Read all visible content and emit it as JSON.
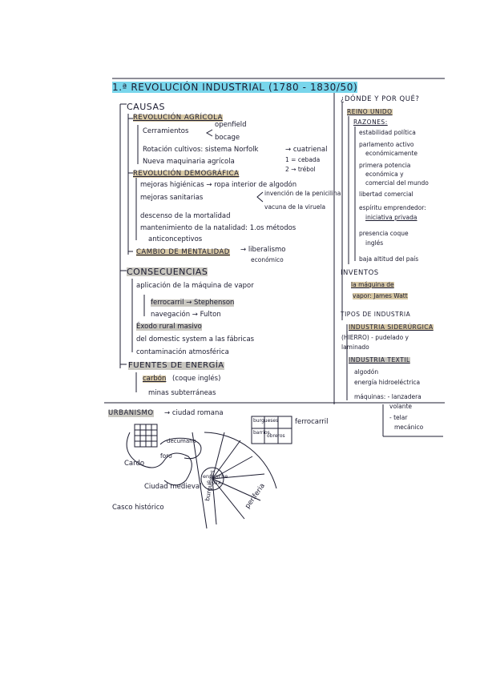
{
  "title": "1.ª REVOLUCIÓN INDUSTRIAL (1780 - 1830/50)",
  "title_number": "1",
  "left": {
    "causas": {
      "heading": "CAUSAS",
      "rev_agricola": {
        "heading": "REVOLUCIÓN AGRÍCOLA",
        "items": {
          "cerramientos": "Cerramientos",
          "openfield": "openfield",
          "bocage": "bocage",
          "rotacion": "Rotación cultivos: sistema Norfolk",
          "cuatrienal": "→ cuatrienal",
          "maquinaria": "Nueva maquinaria agrícola",
          "cebada": "1 = cebada",
          "trebol": "2 → trébol"
        }
      },
      "rev_demografica": {
        "heading": "REVOLUCIÓN DEMOGRÁFICA",
        "items": {
          "higienicas": "mejoras higiénicas → ropa interior de algodón",
          "sanitarias": "mejoras sanitarias",
          "penicilina": "invención de la penicilina",
          "vacuna": "vacuna de la viruela",
          "mortalidad": "descenso de la mortalidad",
          "natalidad": "mantenimiento de la natalidad: 1.os métodos",
          "anticonceptivos": "anticonceptivos"
        }
      },
      "mentalidad": {
        "heading": "CAMBIO DE MENTALIDAD",
        "liberalismo": "→ liberalismo",
        "economico": "económico"
      }
    },
    "consecuencias": {
      "heading": "CONSECUENCIAS",
      "items": {
        "maquina_vapor": "aplicación de la máquina de vapor",
        "ferrocarril": "ferrocarril → Stephenson",
        "navegacion": "navegación → Fulton",
        "exodo": "Éxodo rural masivo",
        "domestic": "del domestic system a las fábricas",
        "contaminacion": "contaminación atmosférica"
      }
    },
    "fuentes": {
      "heading": "FUENTES DE ENERGÍA",
      "carbon": "carbón",
      "carbon_note": "(coque inglés)",
      "minas": "minas subterráneas"
    }
  },
  "right": {
    "donde": {
      "heading": "¿DÓNDE Y POR QUÉ?",
      "reino_unido": "REINO UNIDO",
      "razones": "RAZONES:",
      "items": {
        "estabilidad": "estabilidad política",
        "parlamento": "parlamento activo",
        "parlamento2": "económicamente",
        "potencia": "primera potencia",
        "potencia2": "económica y",
        "potencia3": "comercial del mundo",
        "libertad": "libertad comercial",
        "espiritu": "espíritu emprendedor:",
        "iniciativa": "iniciativa privada",
        "presencia": "presencia coque",
        "ingles": "inglés",
        "baja": "baja altitud del país"
      }
    },
    "inventos": {
      "heading": "INVENTOS",
      "maquina": "la máquina de",
      "vapor": "vapor: James Watt"
    },
    "tipos": {
      "heading": "TIPOS DE INDUSTRIA",
      "siderurgica": "INDUSTRIA SIDERÚRGICA",
      "hierro": "(HIERRO) - pudelado y",
      "laminado": "laminado",
      "textil": "INDUSTRIA TEXTIL",
      "algodon": "algodón",
      "energia": "energía hidroeléctrica",
      "maquinas": "máquinas: - lanzadera",
      "volante": "volante",
      "telar": "- telar",
      "mecanico": "mecánico"
    }
  },
  "urbanismo": {
    "heading": "URBANISMO",
    "ciudad_romana": "→ ciudad romana",
    "ferrocarril": "ferrocarril",
    "ensanche": "ensanche",
    "ensanche_sub": "S. XIX",
    "burgueses": "burgueses",
    "obreros": "obreros",
    "barrios": "barrios",
    "ensanche2": "ensanche",
    "cardo": "Cardo",
    "foro": "foro",
    "decumano": "decumano",
    "ciudad_medieval": "Ciudad medieval",
    "casco_historico": "Casco histórico",
    "periferia": "periferia"
  },
  "colors": {
    "highlight_tan": "#d8c9a6",
    "highlight_grey": "#c9c7c0",
    "highlight_blue": "#79d6ec",
    "ink": "#1c1c30"
  }
}
